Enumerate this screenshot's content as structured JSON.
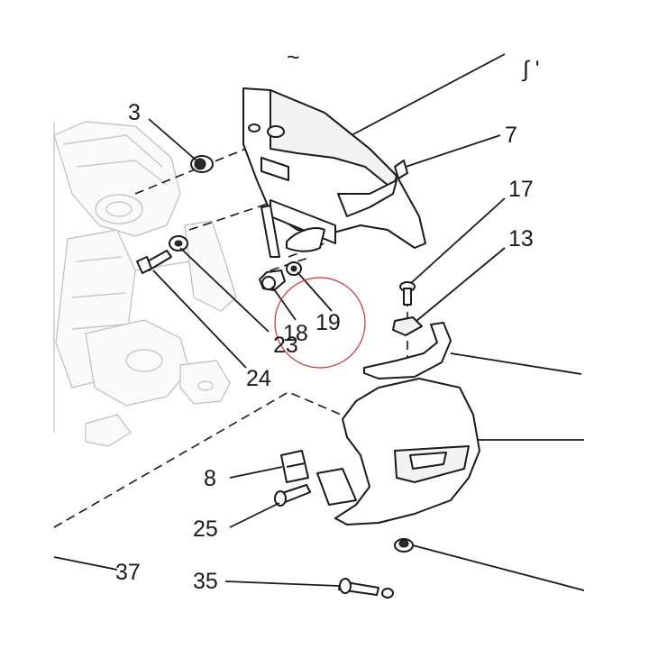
{
  "callouts": {
    "c3": "3",
    "c7": "7",
    "c17": "17",
    "c13": "13",
    "c18": "18",
    "c19": "19",
    "c23": "23",
    "c24": "24",
    "c8": "8",
    "c25": "25",
    "c37": "37",
    "c35": "35"
  },
  "marks": {
    "tilde": "~",
    "corner": "∫ '"
  },
  "colors": {
    "ink": "#1a1a1a",
    "highlight_circle": "#cc3333"
  }
}
